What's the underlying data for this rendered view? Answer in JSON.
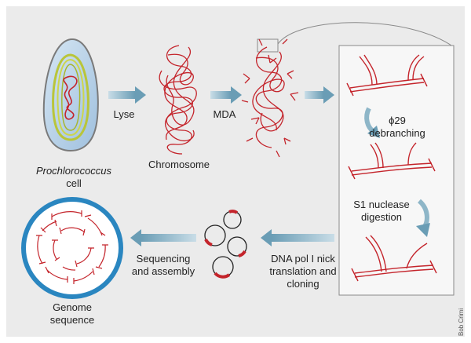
{
  "labels": {
    "cell_name": "Prochlorococcus",
    "cell_word": "cell",
    "lyse": "Lyse",
    "chromosome": "Chromosome",
    "mda": "MDA",
    "phi29_line1": "ϕ29",
    "phi29_line2": "debranching",
    "s1_line1": "S1 nuclease",
    "s1_line2": "digestion",
    "dnapol_line1": "DNA pol I nick",
    "dnapol_line2": "translation and",
    "dnapol_line3": "cloning",
    "seq_line1": "Sequencing",
    "seq_line2": "and assembly",
    "genome_line1": "Genome",
    "genome_line2": "sequence",
    "credit": "Bob Crimi"
  },
  "colors": {
    "background": "#ebebeb",
    "panel": "#f7f7f7",
    "dna_red": "#c4242b",
    "arrow_blue": "#7fa9bd",
    "genome_ring": "#2a86c0",
    "cell_fill": "#b9d3ea",
    "cell_outline": "#7a7a7a",
    "membrane_green": "#b9c53a"
  }
}
